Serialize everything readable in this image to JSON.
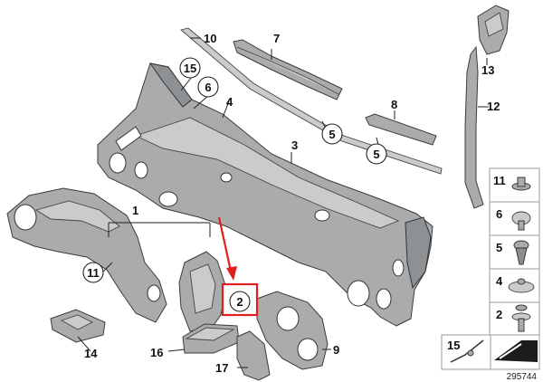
{
  "callouts": {
    "c1": "1",
    "c2": "2",
    "c3": "3",
    "c4": "4",
    "c5a": "5",
    "c5b": "5",
    "c6": "6",
    "c7": "7",
    "c8": "8",
    "c9": "9",
    "c10": "10",
    "c11": "11",
    "c12": "12",
    "c13": "13",
    "c14": "14",
    "c15": "15",
    "c16": "16",
    "c17": "17"
  },
  "legend": {
    "items": [
      {
        "label": "11",
        "icon": "push-clip-icon"
      },
      {
        "label": "6",
        "icon": "round-clip-icon"
      },
      {
        "label": "5",
        "icon": "screw-clip-icon"
      },
      {
        "label": "4",
        "icon": "expanding-rivet-icon"
      },
      {
        "label": "2",
        "icon": "plug-rivet-icon"
      }
    ],
    "bottom_label": "15"
  },
  "highlight": {
    "label": "2",
    "color": "#e0201e"
  },
  "reference_number": "295744"
}
